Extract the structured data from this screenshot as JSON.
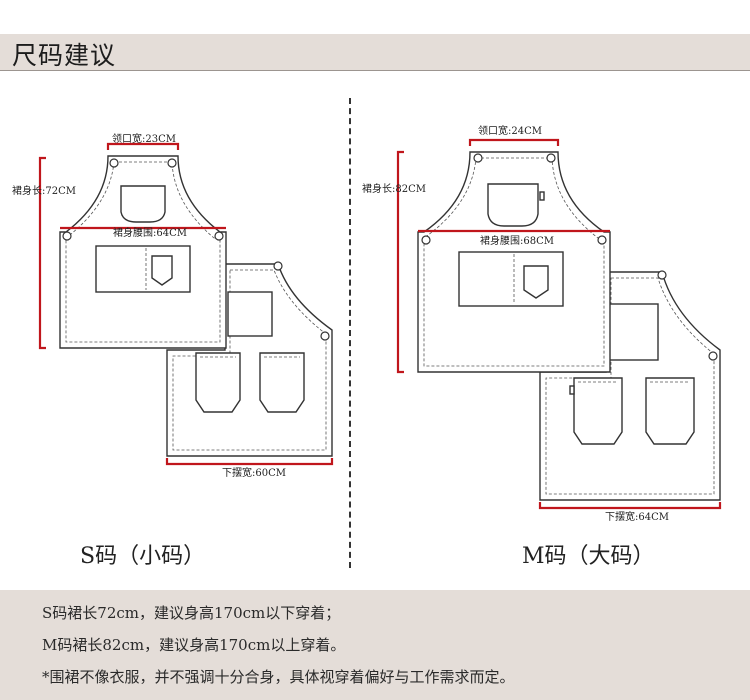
{
  "header": {
    "title": "尺码建议"
  },
  "sizes": {
    "small": {
      "label": "S码（小码）",
      "neck": "领口宽:23CM",
      "length": "裙身长:72CM",
      "waist": "裙身腰围:64CM",
      "hem": "下摆宽:60CM"
    },
    "large": {
      "label": "M码（大码）",
      "neck": "领口宽:24CM",
      "length": "裙身长:82CM",
      "waist": "裙身腰围:68CM",
      "hem": "下摆宽:64CM"
    }
  },
  "notes": {
    "line1": "S码裙长72cm，建议身高170cm以下穿着；",
    "line2": "M码裙长82cm，建议身高170cm以上穿着。",
    "line3": "*围裙不像衣服，并不强调十分合身，具体视穿着偏好与工作需求而定。"
  },
  "colors": {
    "header_bg": "#e4ddd8",
    "dimension_red": "#c0161c",
    "outline": "#333333"
  }
}
